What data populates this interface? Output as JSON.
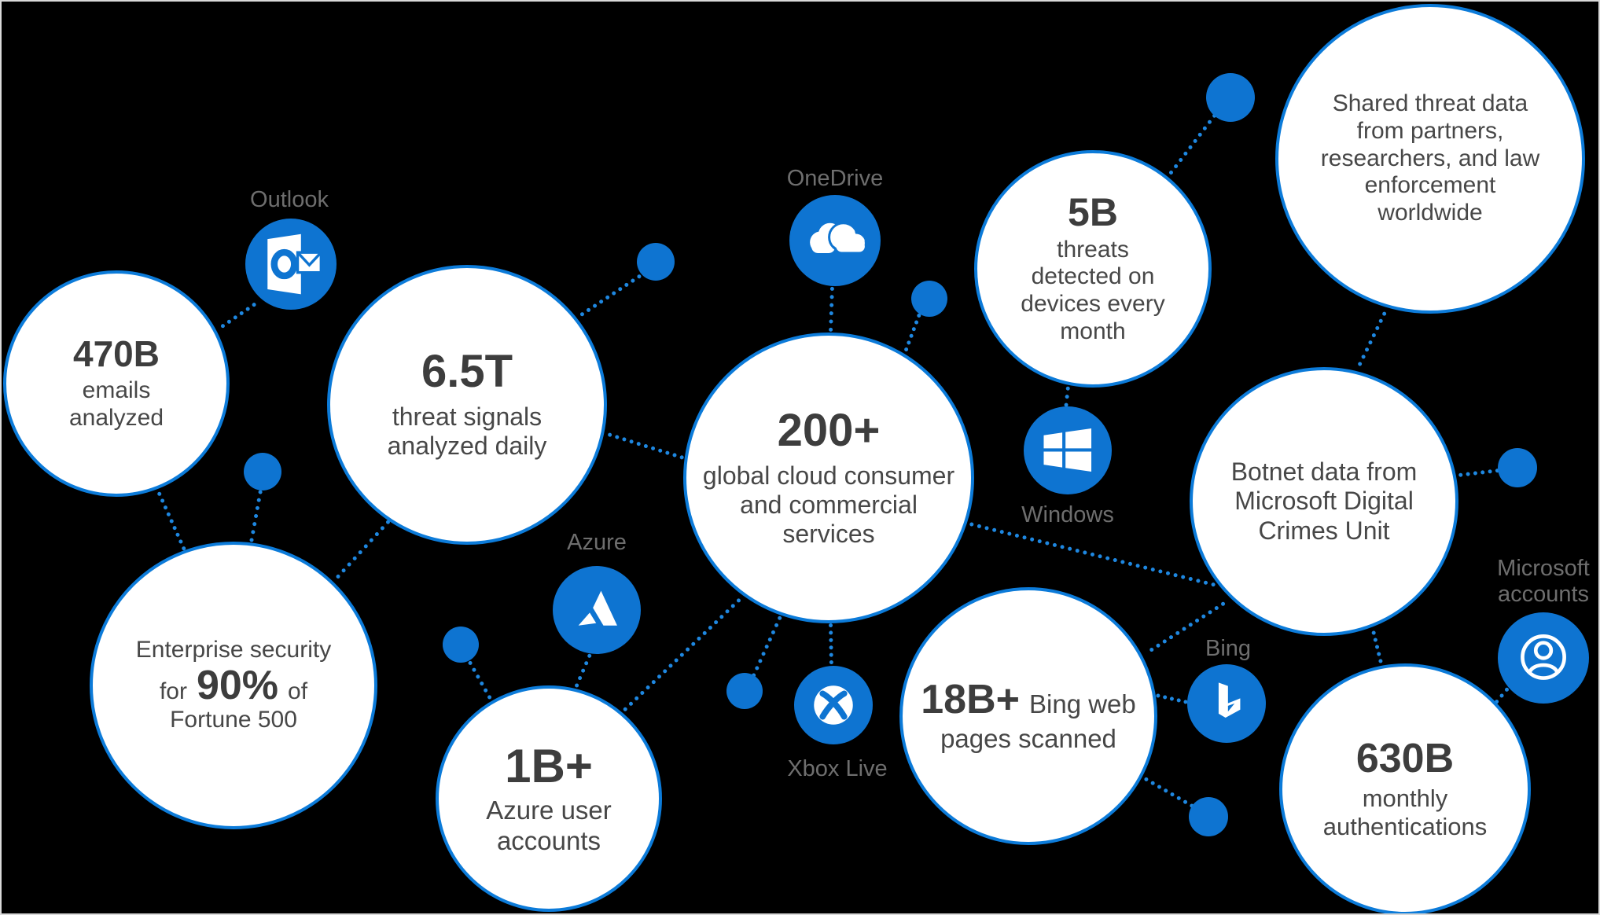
{
  "colors": {
    "background": "#000000",
    "frame_border": "#d9d9d9",
    "accent_blue": "#0e74d1",
    "circle_stroke": "#0c7bd9",
    "connector_blue": "#1e87e0",
    "stat_text": "#3d3d3d",
    "label_gray": "#6e6e6e"
  },
  "bubbles": {
    "emails": {
      "value": "470B",
      "line1": "emails",
      "line2": "analyzed"
    },
    "signals": {
      "value": "6.5T",
      "line1": "threat signals",
      "line2": "analyzed daily"
    },
    "services": {
      "value": "200+",
      "line1": "global cloud consumer",
      "line2": "and commercial",
      "line3": "services"
    },
    "threats": {
      "value": "5B",
      "line1": "threats",
      "line2": "detected on",
      "line3": "devices every",
      "line4": "month"
    },
    "shared": {
      "line1": "Shared threat data",
      "line2": "from partners,",
      "line3": "researchers, and law",
      "line4": "enforcement",
      "line5": "worldwide"
    },
    "botnet": {
      "line1": "Botnet data from",
      "line2": "Microsoft Digital",
      "line3": "Crimes Unit"
    },
    "enterprise": {
      "line1": "Enterprise security",
      "for_word": "for",
      "value": "90%",
      "of_word": "of",
      "line3": "Fortune 500"
    },
    "azure_accounts": {
      "value": "1B+",
      "line1": "Azure user",
      "line2": "accounts"
    },
    "bing_pages": {
      "value": "18B+",
      "line1": "Bing web",
      "line2": "pages scanned"
    },
    "auth": {
      "value": "630B",
      "line1": "monthly",
      "line2": "authentications"
    }
  },
  "icons": {
    "outlook": {
      "label": "Outlook"
    },
    "onedrive": {
      "label": "OneDrive"
    },
    "azure": {
      "label": "Azure"
    },
    "windows": {
      "label": "Windows"
    },
    "xbox": {
      "label": "Xbox Live"
    },
    "bing": {
      "label": "Bing"
    },
    "account": {
      "label_line1": "Microsoft",
      "label_line2": "accounts"
    }
  }
}
